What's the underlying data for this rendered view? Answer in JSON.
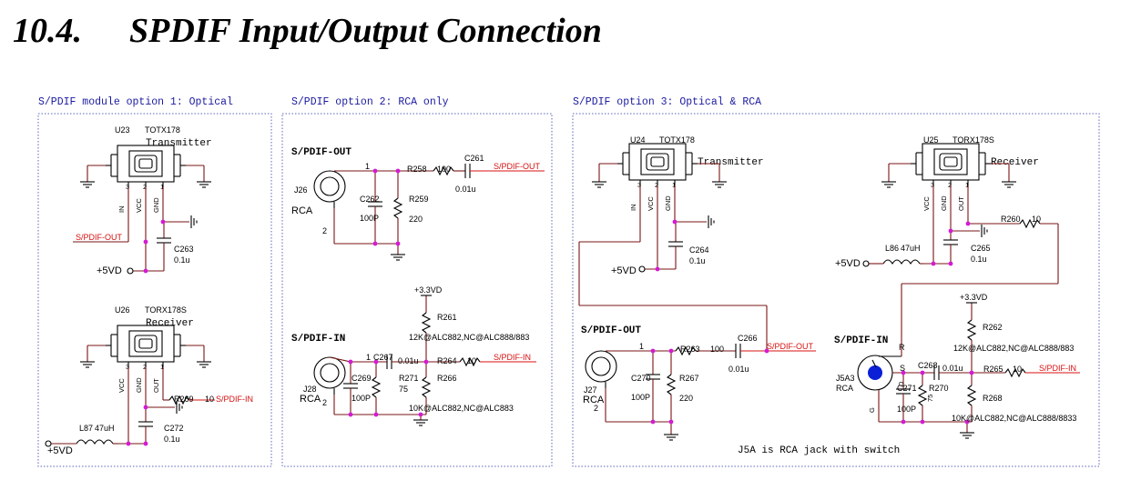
{
  "section": {
    "number": "10.4.",
    "title": "SPDIF Input/Output Connection"
  },
  "panels": {
    "p1": {
      "header": "S/PDIF module option 1: Optical",
      "tx": {
        "ref": "U23",
        "part": "TOTX178",
        "desc": "Transmitter",
        "pins": [
          "3",
          "2",
          "1"
        ],
        "pinNames": [
          "IN",
          "VCC",
          "GND"
        ]
      },
      "rx": {
        "ref": "U26",
        "part": "TORX178S",
        "desc": "Receiver",
        "pins": [
          "3",
          "2",
          "1"
        ],
        "pinNames": [
          "VCC",
          "GND",
          "OUT"
        ]
      },
      "sigOut": "S/PDIF-OUT",
      "sigIn": "S/PDIF-IN",
      "c263": {
        "ref": "C263",
        "val": "0.1u"
      },
      "c272": {
        "ref": "C272",
        "val": "0.1u"
      },
      "r269": {
        "ref": "R269",
        "val": "10"
      },
      "l87": {
        "ref": "L87",
        "val": "47uH"
      },
      "vdd": "+5VD"
    },
    "p2": {
      "header": "S/PDIF option 2: RCA only",
      "outLabel": "S/PDIF-OUT",
      "inLabel": "S/PDIF-IN",
      "j26": {
        "ref": "J26",
        "type": "RCA"
      },
      "j28": {
        "ref": "J28",
        "type": "RCA"
      },
      "c262": {
        "ref": "C262",
        "val": "100P"
      },
      "r259": {
        "ref": "R259",
        "val": "220"
      },
      "r258": {
        "ref": "R258",
        "val": "100"
      },
      "c261": {
        "ref": "C261",
        "val": "0.01u"
      },
      "sigOut": "S/PDIF-OUT",
      "v33": "+3.3VD",
      "r261": {
        "ref": "R261",
        "val": "12K@ALC882,NC@ALC888/883"
      },
      "c267": {
        "ref": "C267",
        "val": "0.01u"
      },
      "r264": {
        "ref": "R264",
        "val": "10"
      },
      "sigIn": "S/PDIF-IN",
      "c269": {
        "ref": "C269",
        "val": "100P"
      },
      "r271": {
        "ref": "R271",
        "val": "75"
      },
      "r266": {
        "ref": "R266",
        "val": "10K@ALC882,NC@ALC883"
      }
    },
    "p3": {
      "header": "S/PDIF option 3: Optical & RCA",
      "tx": {
        "ref": "U24",
        "part": "TOTX178",
        "desc": "Transmitter",
        "pins": [
          "3",
          "2",
          "1"
        ],
        "pinNames": [
          "IN",
          "VCC",
          "GND"
        ]
      },
      "rx": {
        "ref": "U25",
        "part": "TORX178S",
        "desc": "Receiver",
        "pins": [
          "3",
          "2",
          "1"
        ],
        "pinNames": [
          "VCC",
          "GND",
          "OUT"
        ]
      },
      "c264": {
        "ref": "C264",
        "val": "0.1u"
      },
      "c265": {
        "ref": "C265",
        "val": "0.1u"
      },
      "l86": {
        "ref": "L86",
        "val": "47uH"
      },
      "r260": {
        "ref": "R260",
        "val": "10"
      },
      "vdd": "+5VD",
      "outLabel": "S/PDIF-OUT",
      "j27": {
        "ref": "J27",
        "type": "RCA"
      },
      "c270": {
        "ref": "C270",
        "val": "100P"
      },
      "r267": {
        "ref": "R267",
        "val": "220"
      },
      "r263": {
        "ref": "R263",
        "val": "100"
      },
      "c266": {
        "ref": "C266",
        "val": "0.01u"
      },
      "sigOut": "S/PDIF-OUT",
      "inLabel": "S/PDIF-IN",
      "v33": "+3.3VD",
      "j5a": {
        "ref": "J5A3",
        "type": "RCA"
      },
      "pinR": "R",
      "pinS": "S",
      "pinD": "D",
      "pinG": "G",
      "r262": {
        "ref": "R262",
        "val": "12K@ALC882,NC@ALC888/883"
      },
      "c268": {
        "ref": "C268",
        "val": "0.01u"
      },
      "r265": {
        "ref": "R265",
        "val": "10"
      },
      "sigIn": "S/PDIF-IN",
      "c271": {
        "ref": "C271",
        "val": "100P"
      },
      "r270": {
        "ref": "R270",
        "val": "75"
      },
      "r268": {
        "ref": "R268",
        "val": "10K@ALC882,NC@ALC888/8833"
      },
      "note": "J5A is RCA jack with switch"
    }
  },
  "pinOne": "1",
  "pinTwo": "2",
  "colors": {
    "wire": "#7a1414",
    "signal": "#d81010",
    "junction": "#d41ad4",
    "header": "#1a1aa0",
    "border": "#5a66b8"
  }
}
